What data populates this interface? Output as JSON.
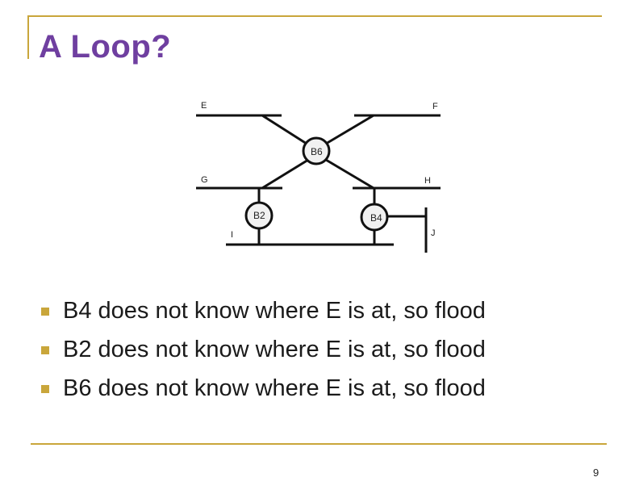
{
  "slide": {
    "title": "A Loop?",
    "page_number": "9",
    "bullets": [
      "B4 does not know where E is at, so flood",
      "B2 does not know where E is at, so flood",
      "B6 does not know where E is at, so flood"
    ]
  },
  "diagram": {
    "lan_labels": {
      "E": "E",
      "F": "F",
      "G": "G",
      "H": "H",
      "I": "I",
      "J": "J"
    },
    "bridges": {
      "B6": "B6",
      "B2": "B2",
      "B4": "B4"
    }
  },
  "colors": {
    "accent": "#c9a63b",
    "title": "#6f3fa0"
  }
}
